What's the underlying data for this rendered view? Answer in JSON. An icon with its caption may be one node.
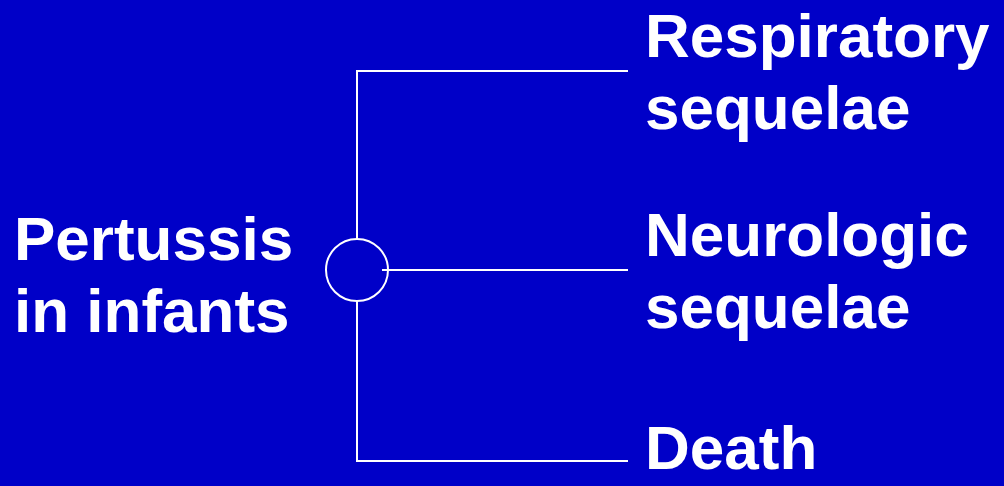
{
  "diagram": {
    "nodes": [
      {
        "text": [],
        "shape": "circle"
      },
      {
        "text": [
          "Respiratory sequelae"
        ]
      },
      {
        "text": [
          "Neurologic sequelae"
        ]
      },
      {
        "text": [
          "Death"
        ]
      }
    ],
    "edges": [
      {
        "from": 0,
        "to": 1,
        "arrow": "none"
      },
      {
        "from": 0,
        "to": 2,
        "arrow": "none"
      },
      {
        "from": 0,
        "to": 3,
        "arrow": "none"
      }
    ],
    "labels": [
      "Pertussis in infants"
    ]
  }
}
